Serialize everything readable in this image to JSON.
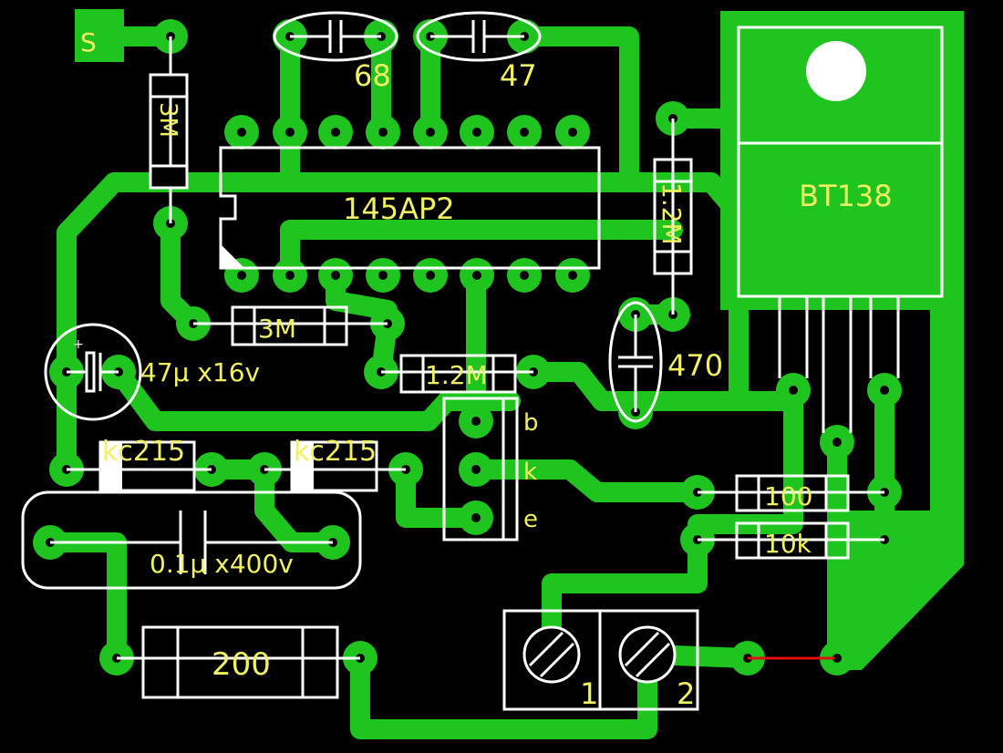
{
  "board": {
    "signal_label": "S",
    "components": {
      "r_3m_vertical": "3M",
      "cap_68": "68",
      "cap_47": "47",
      "ic": "145AP2",
      "r_1_2m_vertical": "1.2M",
      "triac": "BT138",
      "r_3m_horizontal": "3M",
      "r_1_2m_horizontal": "1.2M",
      "cap_470": "470",
      "electrolytic_cap": "47μ x16v",
      "transistor_pin_b": "b",
      "transistor_pin_k": "k",
      "transistor_pin_e": "e",
      "diode_1": "kc215",
      "diode_2": "kc215",
      "cap_film": "0.1μ x400v",
      "r_100": "100",
      "r_10k": "10k",
      "r_200": "200",
      "terminal_1": "1",
      "terminal_2": "2"
    },
    "colors": {
      "copper": "#1fc41f",
      "silkscreen": "#ffffff",
      "text": "#f0f060",
      "wire": "#e01010",
      "background": "#000000"
    }
  }
}
